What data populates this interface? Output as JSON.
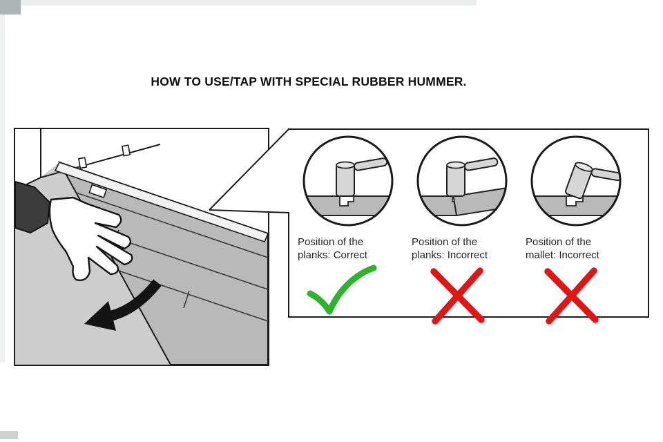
{
  "title": "HOW TO USE/TAP WITH SPECIAL RUBBER HUMMER.",
  "panels": [
    {
      "id": "planks-correct",
      "caption_line1": "Position of the",
      "caption_line2": "planks: Correct",
      "mark": "check"
    },
    {
      "id": "planks-incorrect",
      "caption_line1": "Position of the",
      "caption_line2": "planks: Incorrect",
      "mark": "cross"
    },
    {
      "id": "mallet-incorrect",
      "caption_line1": "Position of the",
      "caption_line2": "mallet: Incorrect",
      "mark": "cross"
    }
  ],
  "colors": {
    "check": "#2fb32f",
    "cross": "#e01616",
    "line": "#1a1a1a",
    "plank": "#b9b9b9",
    "underlay": "#cdcdcd",
    "mallet": "#d6d6d6"
  }
}
